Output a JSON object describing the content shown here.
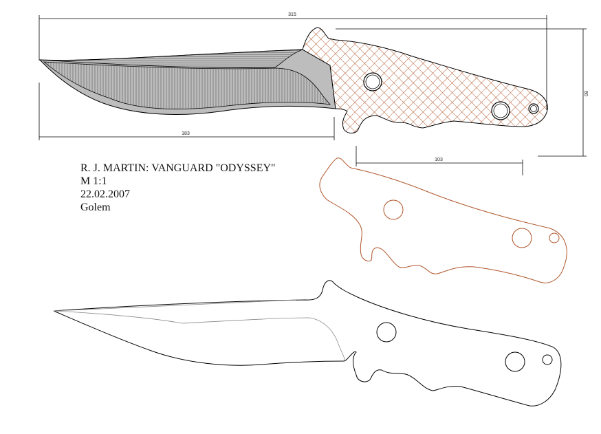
{
  "title_block": {
    "line1": "R. J. MARTIN: VANGUARD \"ODYSSEY\"",
    "line2": "M 1:1",
    "line3": "22.02.2007",
    "line4": "Golem"
  },
  "dimensions": {
    "overall_length": "315",
    "blade_length": "183",
    "handle_length": "103",
    "height": "80"
  },
  "colors": {
    "handle_outline": "#b0552a",
    "crosshatch": "#b0552a",
    "blade_fill": "#bfbfbf",
    "line": "#000000"
  }
}
